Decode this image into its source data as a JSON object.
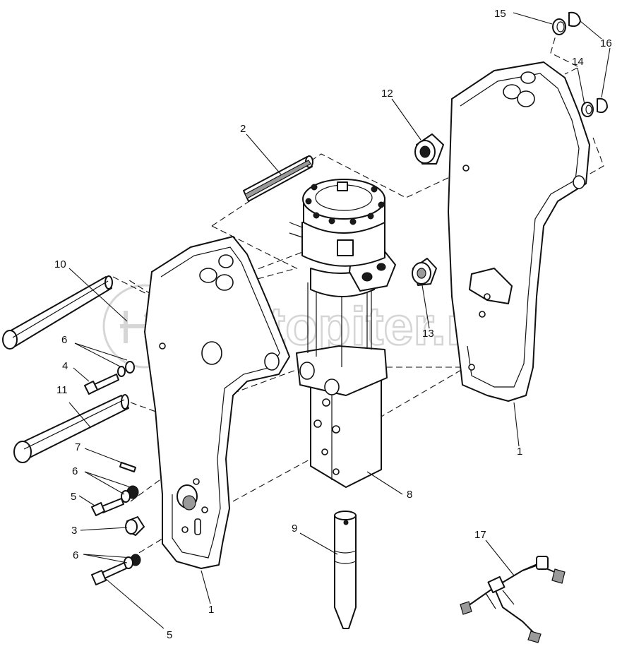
{
  "watermark": {
    "text": "autopiter.ru"
  },
  "callouts": {
    "c1_right": "1",
    "c1_left": "1",
    "c2": "2",
    "c3": "3",
    "c4": "4",
    "c5_top": "5",
    "c5_bottom": "5",
    "c6_top": "6",
    "c6_mid": "6",
    "c6_bottom": "6",
    "c7": "7",
    "c8": "8",
    "c9": "9",
    "c10": "10",
    "c11": "11",
    "c12": "12",
    "c13": "13",
    "c14": "14",
    "c15": "15",
    "c16": "16",
    "c17": "17"
  }
}
